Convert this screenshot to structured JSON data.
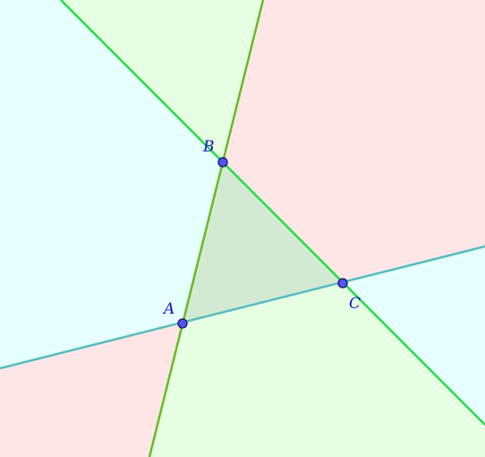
{
  "colors": {
    "region_cyan": "#e6ffff",
    "region_pink": "#ffe6e6",
    "region_green": "#e6ffe3",
    "triangle_fill": "#d2ead2",
    "line_AB": "#66bb22",
    "line_BC": "#22dd44",
    "line_AC": "#55bbbb",
    "point_fill": "#5555ee",
    "point_stroke": "#111166",
    "label": "#1111cc"
  },
  "points": [
    {
      "name": "A",
      "label": "A"
    },
    {
      "name": "B",
      "label": "B"
    },
    {
      "name": "C",
      "label": "C"
    }
  ]
}
